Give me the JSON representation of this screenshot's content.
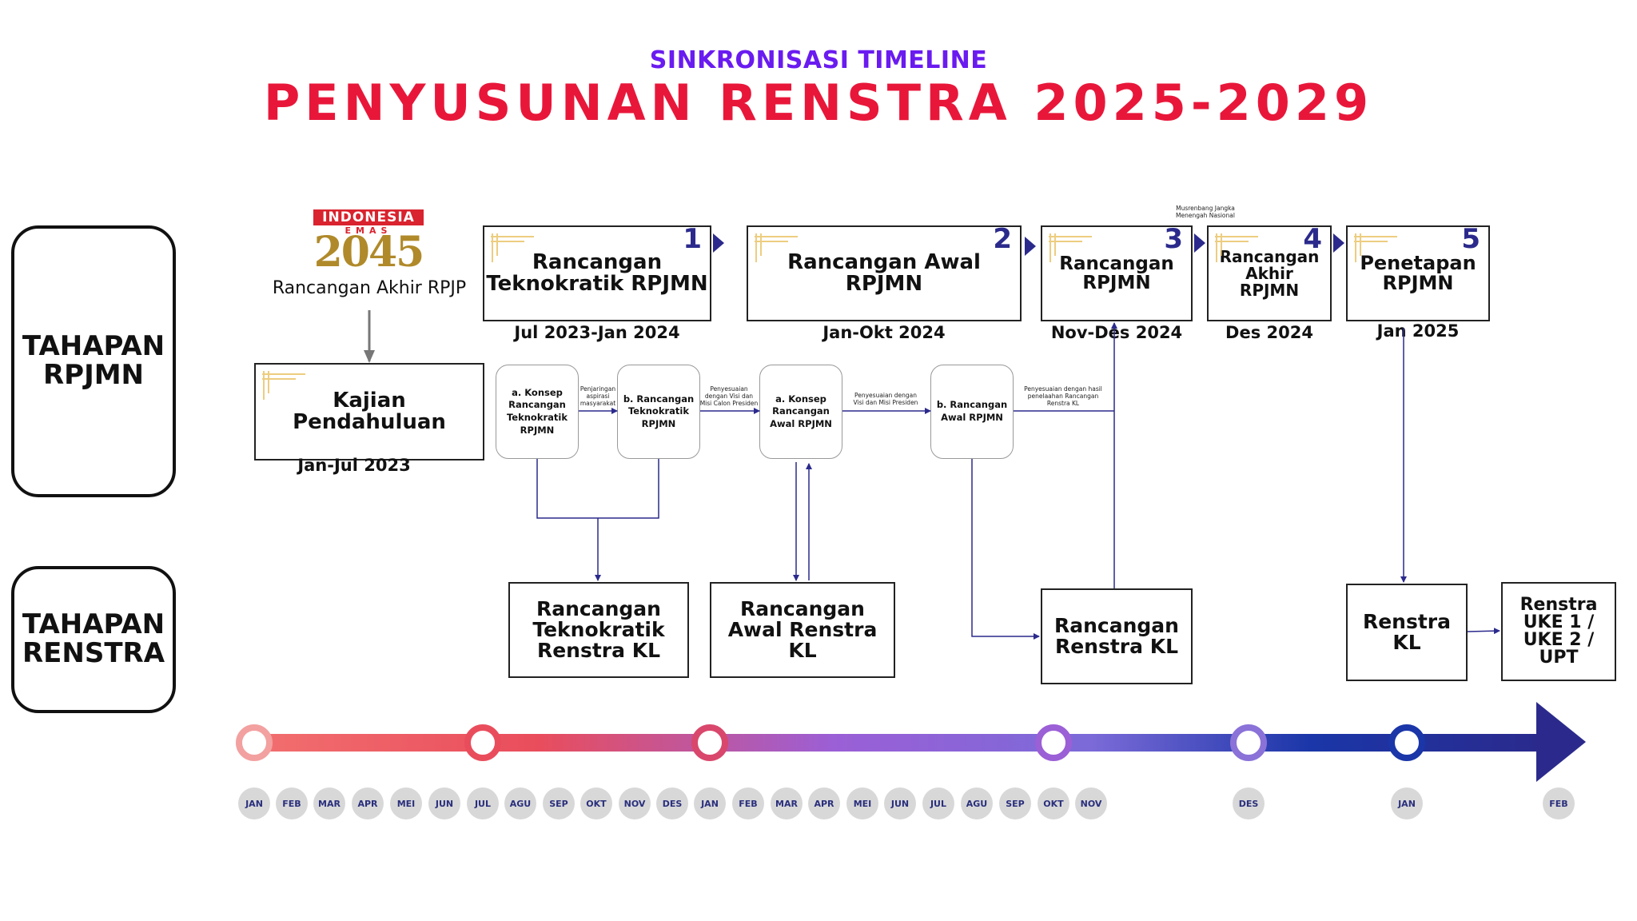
{
  "header": {
    "subtitle": "SINKRONISASI TIMELINE",
    "title": "PENYUSUNAN RENSTRA 2025-2029"
  },
  "phases": {
    "rpjmn": [
      "TAHAPAN",
      "RPJMN"
    ],
    "renstra": [
      "TAHAPAN",
      "RENSTRA"
    ]
  },
  "logo": {
    "banner": "INDONESIA",
    "sub": "EMAS",
    "year": "2045",
    "caption": "Rancangan Akhir RPJP"
  },
  "kajian": {
    "lines": [
      "Kajian",
      "Pendahuluan"
    ],
    "date": "Jan-Jul 2023"
  },
  "stages": [
    {
      "number": "1",
      "lines": [
        "Rancangan",
        "Teknokratik RPJMN"
      ],
      "date": "Jul 2023-Jan 2024"
    },
    {
      "number": "2",
      "lines": [
        "Rancangan Awal",
        "RPJMN"
      ],
      "date": "Jan-Okt 2024"
    },
    {
      "number": "3",
      "lines": [
        "Rancangan",
        "RPJMN"
      ],
      "date": "Nov-Des 2024",
      "note": [
        "Musrenbang Jangka",
        "Menengah Nasional"
      ]
    },
    {
      "number": "4",
      "lines": [
        "Rancangan",
        "Akhir",
        "RPJMN"
      ],
      "date": "Des 2024"
    },
    {
      "number": "5",
      "lines": [
        "Penetapan",
        "RPJMN"
      ],
      "date": "Jan 2025"
    }
  ],
  "steps": [
    {
      "lines": [
        "a. Konsep",
        "Rancangan",
        "Teknokratik",
        "RPJMN"
      ]
    },
    {
      "lines": [
        "b. Rancangan",
        "Teknokratik",
        "RPJMN"
      ]
    },
    {
      "lines": [
        "a. Konsep",
        "Rancangan",
        "Awal RPJMN"
      ]
    },
    {
      "lines": [
        "b. Rancangan",
        "Awal RPJMN"
      ]
    }
  ],
  "notes": [
    [
      "Penjaringan",
      "aspirasi",
      "masyarakat"
    ],
    [
      "Penyesuaian",
      "dengan Visi dan",
      "Misi Calon Presiden"
    ],
    [
      "Penyesuaian dengan",
      "Visi dan Misi Presiden"
    ],
    [
      "Penyesuaian dengan hasil",
      "penelaahan Rancangan",
      "Renstra KL"
    ]
  ],
  "renstra": [
    {
      "lines": [
        "Rancangan",
        "Teknokratik",
        "Renstra KL"
      ]
    },
    {
      "lines": [
        "Rancangan",
        "Awal Renstra",
        "KL"
      ]
    },
    {
      "lines": [
        "Rancangan",
        "Renstra KL"
      ]
    },
    {
      "lines": [
        "Renstra",
        "KL"
      ]
    },
    {
      "lines": [
        "Renstra",
        "UKE 1 /",
        "UKE 2 /",
        "UPT"
      ]
    }
  ],
  "timeline": {
    "gradient": [
      "#f26f6f",
      "#e94d5c",
      "#9b5fd6",
      "#7b6ad8",
      "#1a36a8",
      "#2b2a8c"
    ],
    "months": [
      "JAN",
      "FEB",
      "MAR",
      "APR",
      "MEI",
      "JUN",
      "JUL",
      "AGU",
      "SEP",
      "OKT",
      "NOV",
      "DES",
      "JAN",
      "FEB",
      "MAR",
      "APR",
      "MEI",
      "JUN",
      "JUL",
      "AGU",
      "SEP",
      "OKT",
      "NOV",
      "DES",
      "JAN",
      "FEB"
    ]
  }
}
